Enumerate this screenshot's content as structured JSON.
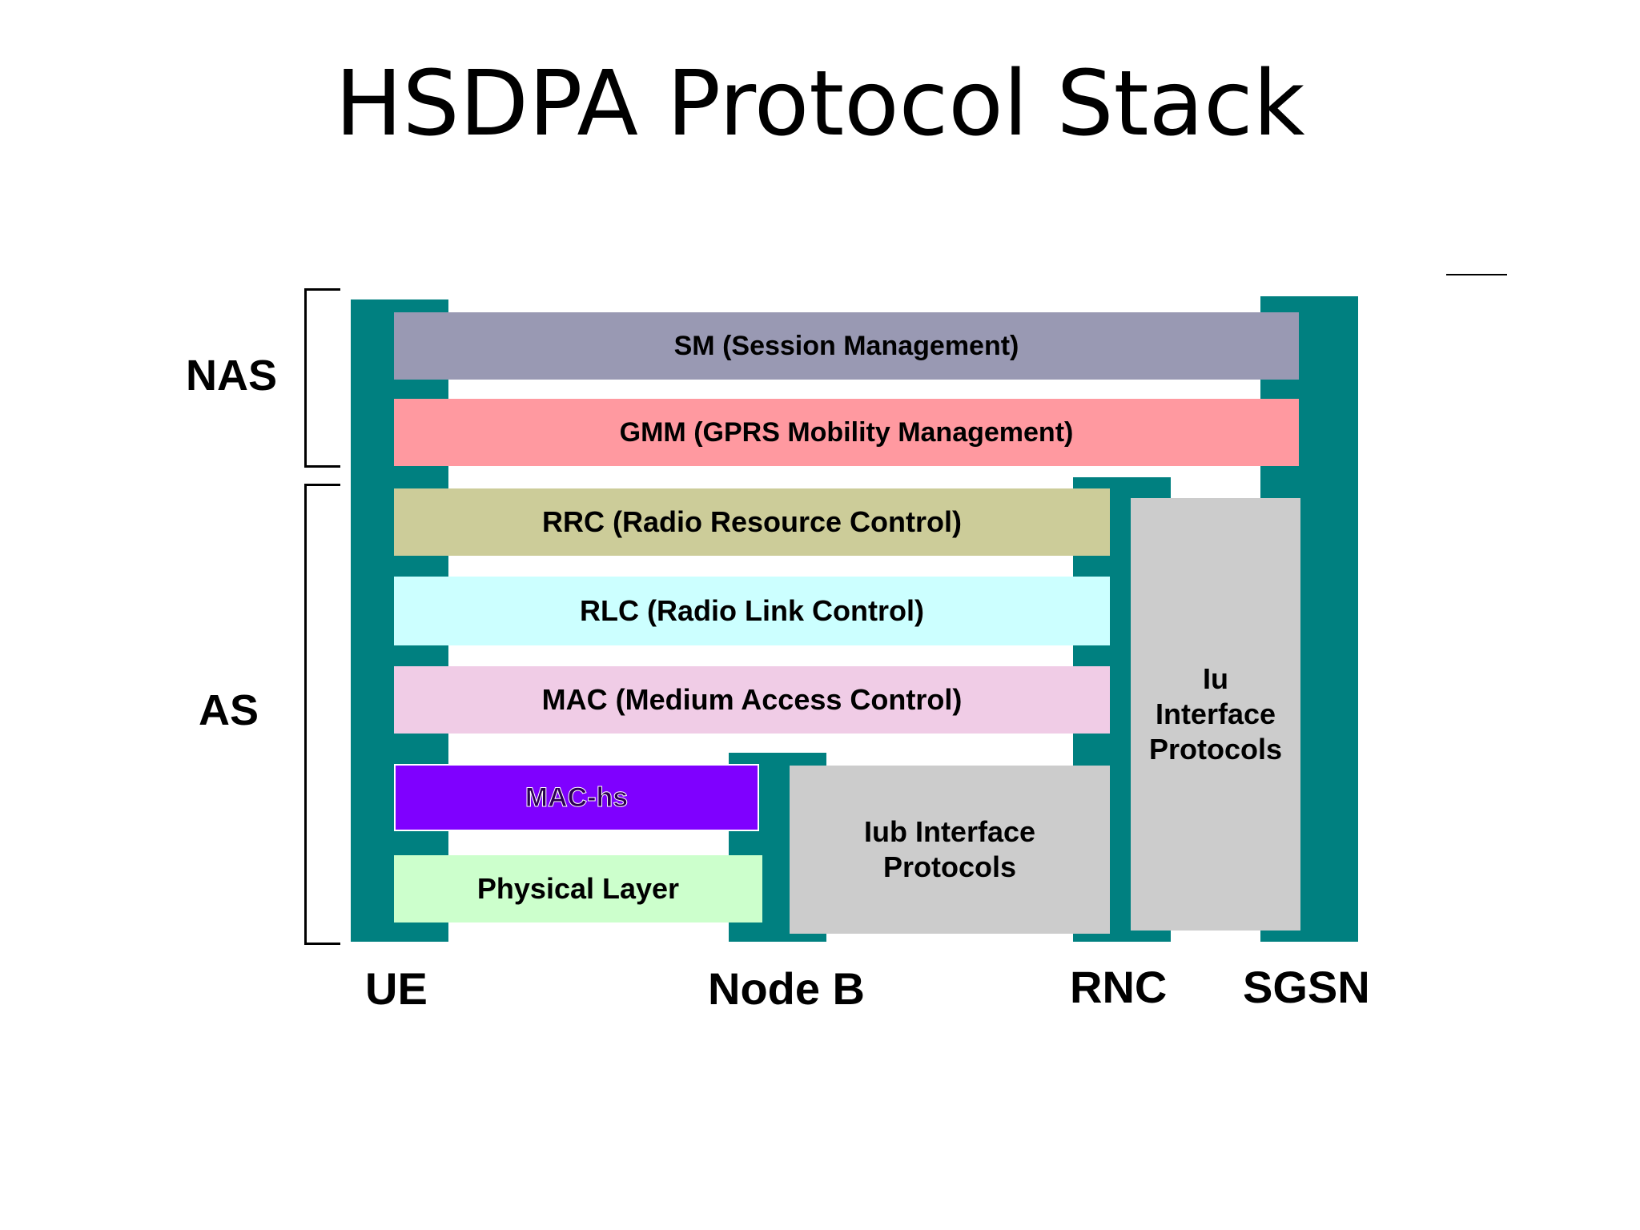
{
  "title": "HSDPA Protocol Stack",
  "groups": {
    "nas": "NAS",
    "as": "AS"
  },
  "layers": {
    "sm": "SM (Session Management)",
    "gmm": "GMM (GPRS Mobility Management)",
    "rrc": "RRC (Radio Resource Control)",
    "rlc": "RLC (Radio Link Control)",
    "mac": "MAC (Medium Access Control)",
    "mac_hs": "MAC-hs",
    "physical": "Physical Layer",
    "iub_line1": "Iub Interface",
    "iub_line2": "Protocols",
    "iu_line1": "Iu",
    "iu_line2": "Interface",
    "iu_line3": "Protocols"
  },
  "entities": {
    "ue": "UE",
    "node_b": "Node B",
    "rnc": "RNC",
    "sgsn": "SGSN"
  },
  "colors": {
    "column": "#008080",
    "sm": "#9999b3",
    "gmm": "#ff99a0",
    "rrc": "#cccc99",
    "rlc": "#ccffff",
    "mac": "#f0cce6",
    "mac_hs": "#7f00ff",
    "physical": "#ccffcc",
    "interface": "#cccccc"
  }
}
